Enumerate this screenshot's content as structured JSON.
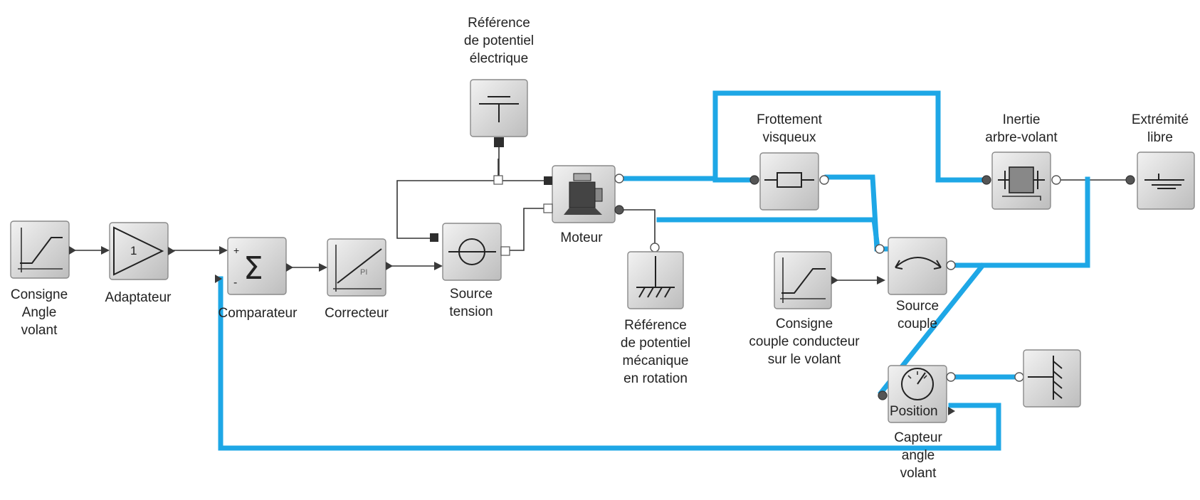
{
  "diagram": {
    "blocks": [
      {
        "id": "consigne_angle",
        "label": "Consigne\nAngle\nvolant",
        "icon": "ramp-icon"
      },
      {
        "id": "adaptateur",
        "label": "Adaptateur",
        "icon": "gain-icon",
        "gain": "1"
      },
      {
        "id": "comparateur",
        "label": "Comparateur",
        "icon": "sum-icon",
        "signs": [
          "+",
          "-"
        ],
        "symbol": "Σ"
      },
      {
        "id": "correcteur",
        "label": "Correcteur",
        "icon": "pi-icon",
        "tag": "PI"
      },
      {
        "id": "source_tension",
        "label": "Source\ntension",
        "icon": "voltage-source-icon"
      },
      {
        "id": "ref_elec",
        "label": "Référence\nde potentiel\nélectrique",
        "icon": "electric-ground-icon"
      },
      {
        "id": "moteur",
        "label": "Moteur",
        "icon": "motor-icon"
      },
      {
        "id": "ref_meca",
        "label": "Référence\nde potentiel\nmécanique\nen rotation",
        "icon": "mechanical-ground-icon"
      },
      {
        "id": "frottement",
        "label": "Frottement\nvisqueux",
        "icon": "damper-icon"
      },
      {
        "id": "inertie",
        "label": "Inertie\narbre-volant",
        "icon": "inertia-icon"
      },
      {
        "id": "extremite",
        "label": "Extrémité\nlibre",
        "icon": "free-end-icon"
      },
      {
        "id": "consigne_couple",
        "label": "Consigne\ncouple conducteur\nsur le volant",
        "icon": "ramp-icon"
      },
      {
        "id": "source_couple",
        "label": "Source\ncouple",
        "icon": "torque-source-icon"
      },
      {
        "id": "capteur",
        "label": "Capteur\nangle\nvolant",
        "icon": "angle-sensor-icon",
        "inner_label": "Position"
      },
      {
        "id": "bati",
        "label": "",
        "icon": "fixed-frame-icon"
      }
    ],
    "colors": {
      "connection_highlight": "#1ea7e6",
      "wire": "#333333",
      "block_fill": "#d6d6d6"
    }
  }
}
